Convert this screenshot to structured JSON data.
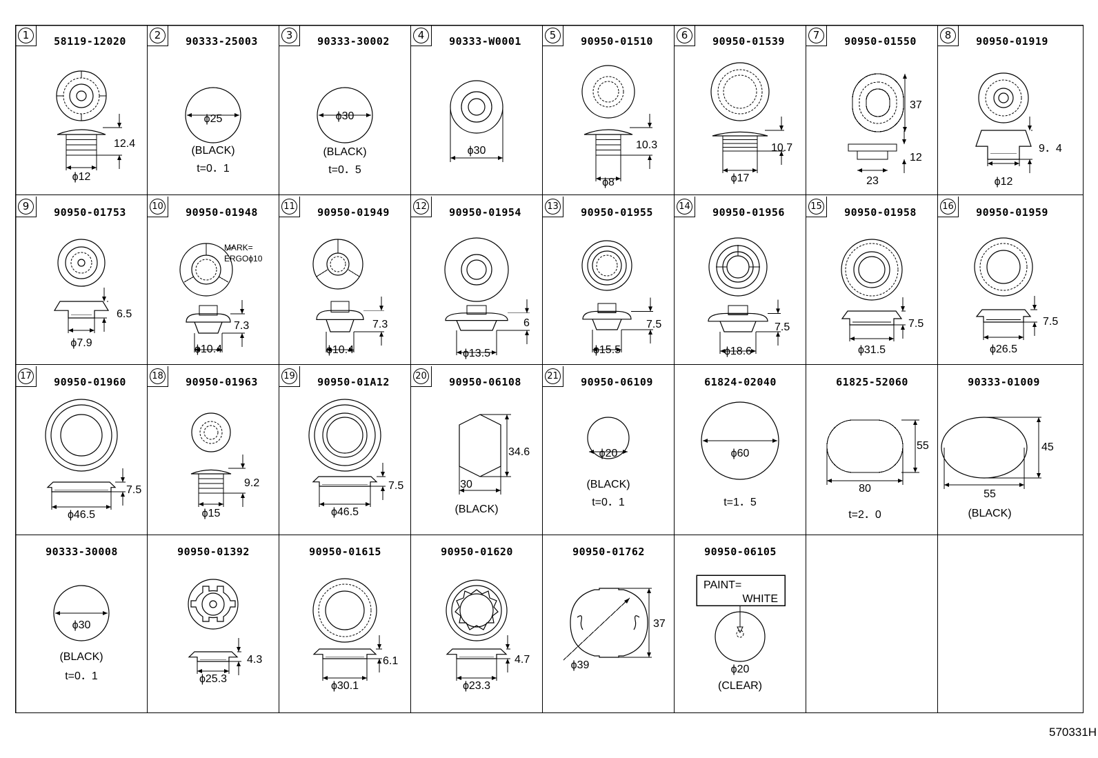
{
  "cells": [
    {
      "num": "1",
      "pn": "58119-12020",
      "dims": [
        "12.4",
        "ϕ12"
      ]
    },
    {
      "num": "2",
      "pn": "90333-25003",
      "dims": [
        "ϕ25"
      ],
      "notes": [
        "(BLACK)",
        "t=0．1"
      ]
    },
    {
      "num": "3",
      "pn": "90333-30002",
      "dims": [
        "ϕ30"
      ],
      "notes": [
        "(BLACK)",
        "t=0．5"
      ]
    },
    {
      "num": "4",
      "pn": "90333-W0001",
      "dims": [
        "ϕ30"
      ]
    },
    {
      "num": "5",
      "pn": "90950-01510",
      "dims": [
        "10.3",
        "ϕ8"
      ]
    },
    {
      "num": "6",
      "pn": "90950-01539",
      "dims": [
        "10.7",
        "ϕ17"
      ]
    },
    {
      "num": "7",
      "pn": "90950-01550",
      "dims": [
        "37",
        "12",
        "23"
      ]
    },
    {
      "num": "8",
      "pn": "90950-01919",
      "dims": [
        "9．4",
        "ϕ12"
      ]
    },
    {
      "num": "9",
      "pn": "90950-01753",
      "dims": [
        "6.5",
        "ϕ7.9"
      ]
    },
    {
      "num": "10",
      "pn": "90950-01948",
      "dims": [
        "7.3",
        "ϕ10.4"
      ],
      "notes": [
        "MARK=",
        "ERGOϕ10"
      ]
    },
    {
      "num": "11",
      "pn": "90950-01949",
      "dims": [
        "7.3",
        "ϕ10.4"
      ]
    },
    {
      "num": "12",
      "pn": "90950-01954",
      "dims": [
        "6",
        "ϕ13.5"
      ]
    },
    {
      "num": "13",
      "pn": "90950-01955",
      "dims": [
        "7.5",
        "ϕ15.5"
      ]
    },
    {
      "num": "14",
      "pn": "90950-01956",
      "dims": [
        "7.5",
        "ϕ18.6"
      ]
    },
    {
      "num": "15",
      "pn": "90950-01958",
      "dims": [
        "7.5",
        "ϕ31.5"
      ]
    },
    {
      "num": "16",
      "pn": "90950-01959",
      "dims": [
        "7.5",
        "ϕ26.5"
      ]
    },
    {
      "num": "17",
      "pn": "90950-01960",
      "dims": [
        "7.5",
        "ϕ46.5"
      ]
    },
    {
      "num": "18",
      "pn": "90950-01963",
      "dims": [
        "9.2",
        "ϕ15"
      ]
    },
    {
      "num": "19",
      "pn": "90950-01A12",
      "dims": [
        "7.5",
        "ϕ46.5"
      ]
    },
    {
      "num": "20",
      "pn": "90950-06108",
      "dims": [
        "34.6",
        "30"
      ],
      "notes": [
        "(BLACK)"
      ]
    },
    {
      "num": "21",
      "pn": "90950-06109",
      "dims": [
        "ϕ20"
      ],
      "notes": [
        "(BLACK)",
        "t=0．1"
      ]
    },
    {
      "num": "",
      "pn": "61824-02040",
      "dims": [
        "ϕ60"
      ],
      "notes": [
        "t=1．5"
      ]
    },
    {
      "num": "",
      "pn": "61825-52060",
      "dims": [
        "55",
        "80"
      ],
      "notes": [
        "t=2．0"
      ]
    },
    {
      "num": "",
      "pn": "90333-01009",
      "dims": [
        "45",
        "55"
      ],
      "notes": [
        "(BLACK)"
      ]
    },
    {
      "num": "",
      "pn": "90333-30008",
      "dims": [
        "ϕ30"
      ],
      "notes": [
        "(BLACK)",
        "t=0．1"
      ]
    },
    {
      "num": "",
      "pn": "90950-01392",
      "dims": [
        "4.3",
        "ϕ25.3"
      ]
    },
    {
      "num": "",
      "pn": "90950-01615",
      "dims": [
        "6.1",
        "ϕ30.1"
      ]
    },
    {
      "num": "",
      "pn": "90950-01620",
      "dims": [
        "4.7",
        "ϕ23.3"
      ]
    },
    {
      "num": "",
      "pn": "90950-01762",
      "dims": [
        "37",
        "ϕ39"
      ]
    },
    {
      "num": "",
      "pn": "90950-06105",
      "dims": [
        "ϕ20"
      ],
      "notes": [
        "PAINT=",
        "WHITE",
        "(CLEAR)"
      ]
    },
    {
      "num": "",
      "pn": ""
    },
    {
      "num": "",
      "pn": ""
    }
  ],
  "footer": "570331H"
}
